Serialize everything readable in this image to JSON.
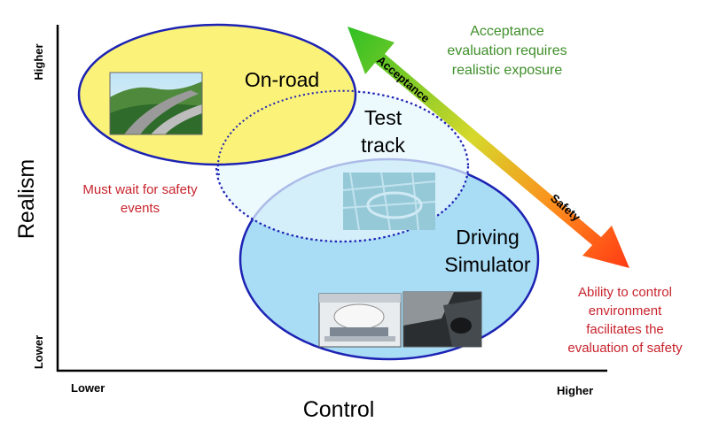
{
  "axes": {
    "y_label": "Realism",
    "x_label": "Control",
    "y_high": "Higher",
    "y_low": "Lower",
    "x_low": "Lower",
    "x_high": "Higher"
  },
  "regions": {
    "on_road": "On-road",
    "test_track": [
      "Test",
      "track"
    ],
    "simulator": [
      "Driving",
      "Simulator"
    ]
  },
  "arrow": {
    "acceptance_label": "Acceptance",
    "safety_label": "Safety"
  },
  "notes": {
    "acceptance": [
      "Acceptance",
      "evaluation requires",
      "realistic exposure"
    ],
    "safety_events": [
      "Must wait for safety",
      "events"
    ],
    "control": [
      "Ability to control",
      "environment",
      "facilitates the",
      "evaluation of safety"
    ]
  },
  "colors": {
    "on_road_fill": "#fbf27a",
    "test_track_fill": "#dff3fb",
    "simulator_fill": "#a9dcf5",
    "ellipse_stroke": "#1c22b3",
    "acceptance_text": "#3f8f2a",
    "safety_text": "#c8232c",
    "arrow_start": "#2fbf24",
    "arrow_end": "#ff3a14"
  }
}
